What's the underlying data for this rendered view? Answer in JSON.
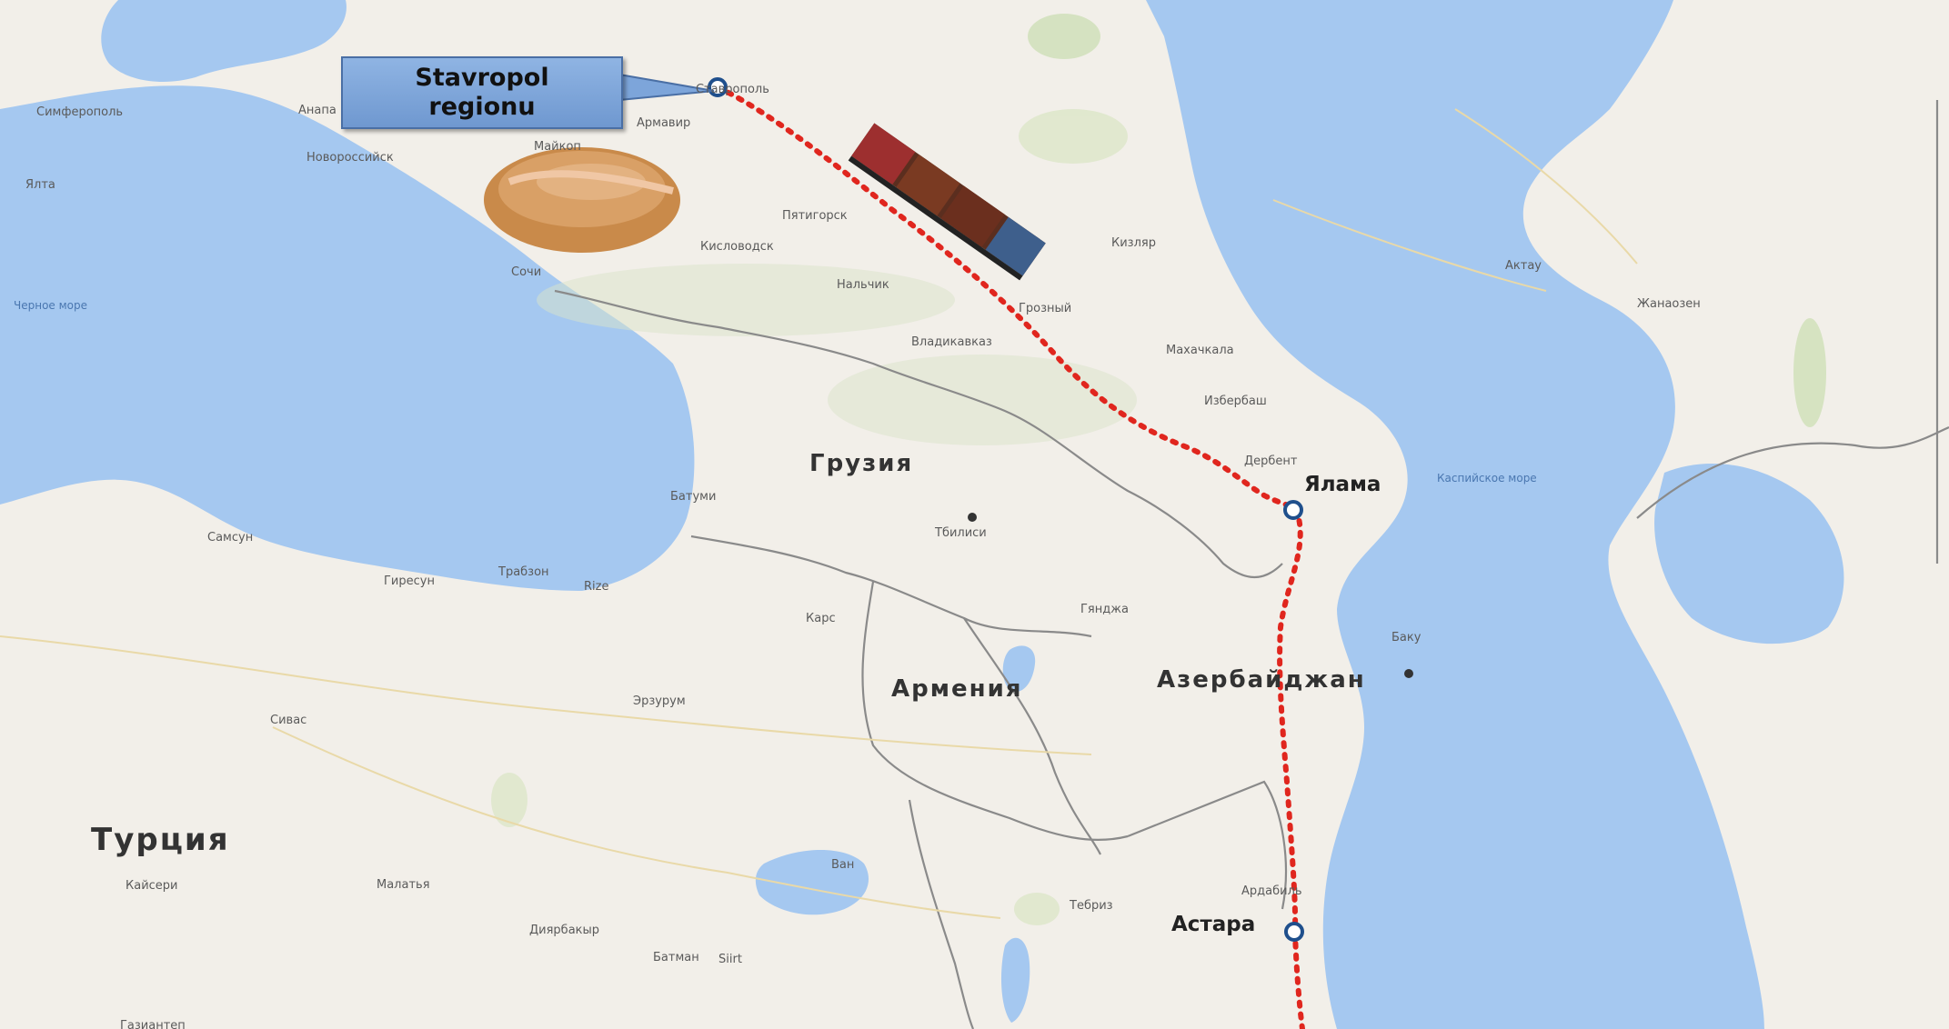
{
  "callout": {
    "line1": "Stavropol",
    "line2": "regionu"
  },
  "countries": {
    "georgia": "Грузия",
    "armenia": "Армения",
    "azerbaijan": "Азербайджан",
    "turkey": "Турция"
  },
  "route_cities": {
    "yalama": "Ялама",
    "astara": "Астара"
  },
  "places": {
    "simferopol": "Симферополь",
    "yalta": "Ялта",
    "anapa": "Анапа",
    "novorossiysk": "Новороссийск",
    "maykop": "Майкоп",
    "stavropol": "Ставрополь",
    "armavir": "Армавир",
    "pyatigorsk": "Пятигорск",
    "kislovodsk": "Кисловодск",
    "nalchik": "Нальчик",
    "vladikavkaz": "Владикавказ",
    "grozny": "Грозный",
    "kizlyar": "Кизляр",
    "makhachkala": "Махачкала",
    "izberbash": "Избербаш",
    "derbent": "Дербент",
    "sochi": "Сочи",
    "batumi": "Батуми",
    "tbilisi": "Тбилиси",
    "kars": "Карс",
    "ganja": "Гянджа",
    "baku": "Баку",
    "samsun": "Самсун",
    "giresun": "Гиресун",
    "trabzon": "Трабзон",
    "rize": "Rize",
    "sivas": "Сивас",
    "erzurum": "Эрзурум",
    "kayseri": "Кайсери",
    "malatya": "Малатья",
    "diyarbakir": "Диярбакыр",
    "batman": "Батман",
    "siirt": "Siirt",
    "van": "Ван",
    "tabriz": "Тебриз",
    "ardabil": "Ардабиль",
    "aktau": "Актау",
    "zhanaozen": "Жанаозен",
    "caspian_sea": "Каспийское море",
    "black_sea": "Черное море",
    "gaziantep": "Газиантеп"
  },
  "icons": {
    "grain": "grain-pile-icon",
    "train": "grain-train-icon"
  },
  "colors": {
    "water": "#a5c8f0",
    "land": "#f2efe9",
    "route": "#e0261e",
    "callout": "#7da5da"
  }
}
